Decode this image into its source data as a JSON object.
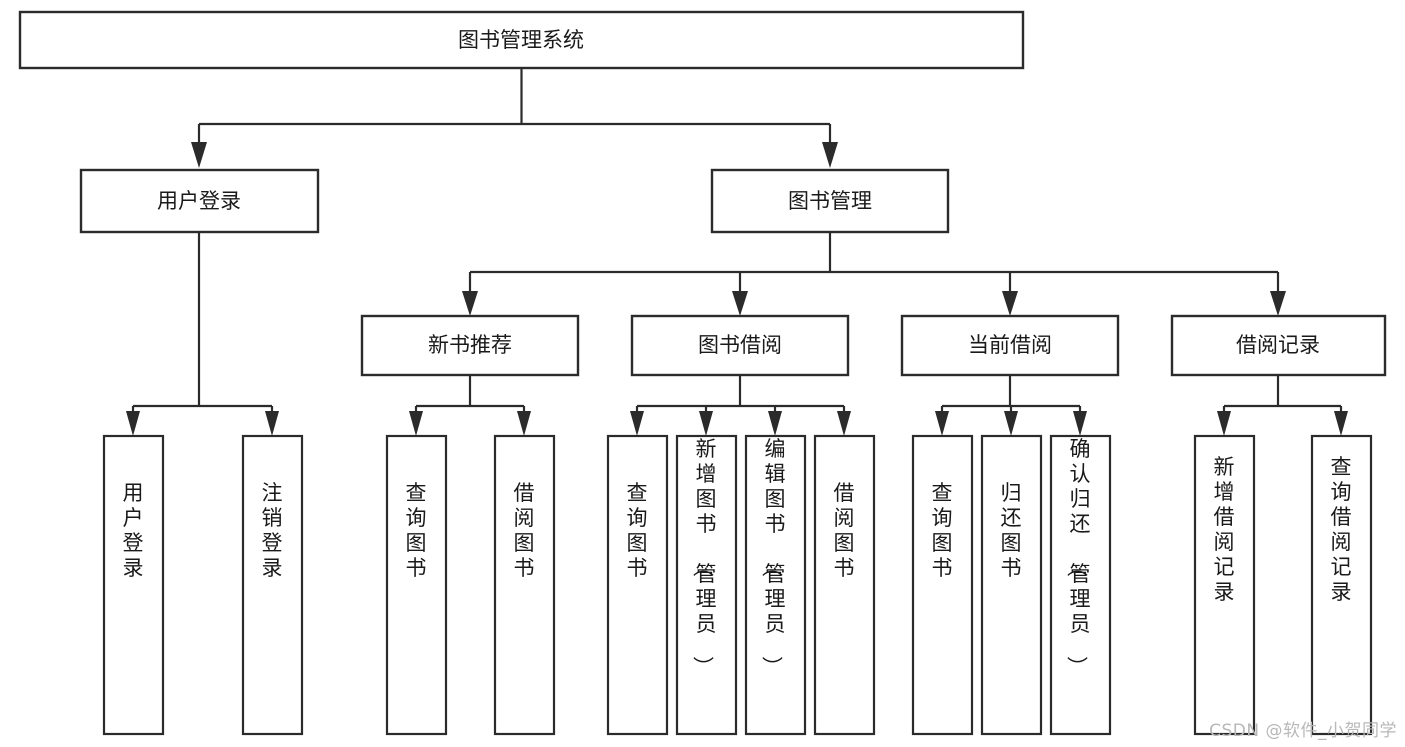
{
  "diagram": {
    "type": "tree",
    "title": "图书管理系统",
    "watermark": "CSDN @软件_小贺同学",
    "root": {
      "id": "root",
      "label": "图书管理系统",
      "orientation": "horizontal"
    },
    "level2": [
      {
        "id": "user-login",
        "label": "用户登录",
        "orientation": "horizontal"
      },
      {
        "id": "book-manage",
        "label": "图书管理",
        "orientation": "horizontal"
      }
    ],
    "level3": [
      {
        "id": "new-book-recommend",
        "label": "新书推荐",
        "orientation": "horizontal",
        "parent": "book-manage"
      },
      {
        "id": "book-borrow",
        "label": "图书借阅",
        "orientation": "horizontal",
        "parent": "book-manage"
      },
      {
        "id": "current-borrow",
        "label": "当前借阅",
        "orientation": "horizontal",
        "parent": "book-manage"
      },
      {
        "id": "borrow-record",
        "label": "借阅记录",
        "orientation": "horizontal",
        "parent": "book-manage"
      }
    ],
    "leaves": [
      {
        "id": "leaf-user-login",
        "label": "用户登录",
        "orientation": "vertical",
        "parent": "user-login"
      },
      {
        "id": "leaf-user-logout",
        "label": "注销登录",
        "orientation": "vertical",
        "parent": "user-login"
      },
      {
        "id": "leaf-query-book-1",
        "label": "查询图书",
        "orientation": "vertical",
        "parent": "new-book-recommend"
      },
      {
        "id": "leaf-borrow-book-1",
        "label": "借阅图书",
        "orientation": "vertical",
        "parent": "new-book-recommend"
      },
      {
        "id": "leaf-query-book-2",
        "label": "查询图书",
        "orientation": "vertical",
        "parent": "book-borrow"
      },
      {
        "id": "leaf-add-book",
        "label": "新增图书（管理员）",
        "orientation": "vertical",
        "parent": "book-borrow"
      },
      {
        "id": "leaf-edit-book",
        "label": "编辑图书（管理员）",
        "orientation": "vertical",
        "parent": "book-borrow"
      },
      {
        "id": "leaf-borrow-book-2",
        "label": "借阅图书",
        "orientation": "vertical",
        "parent": "book-borrow"
      },
      {
        "id": "leaf-query-book-3",
        "label": "查询图书",
        "orientation": "vertical",
        "parent": "current-borrow"
      },
      {
        "id": "leaf-return-book",
        "label": "归还图书",
        "orientation": "vertical",
        "parent": "current-borrow"
      },
      {
        "id": "leaf-confirm-return",
        "label": "确认归还（管理员）",
        "orientation": "vertical",
        "parent": "current-borrow"
      },
      {
        "id": "leaf-add-record",
        "label": "新增借阅记录",
        "orientation": "vertical",
        "parent": "borrow-record"
      },
      {
        "id": "leaf-query-record",
        "label": "查询借阅记录",
        "orientation": "vertical",
        "parent": "borrow-record"
      }
    ],
    "colors": {
      "box_stroke": "#2b2b2b",
      "box_fill": "#ffffff",
      "connector": "#2b2b2b",
      "text": "#1a1a1a",
      "watermark": "#b8b8b8",
      "background": "#ffffff"
    }
  }
}
